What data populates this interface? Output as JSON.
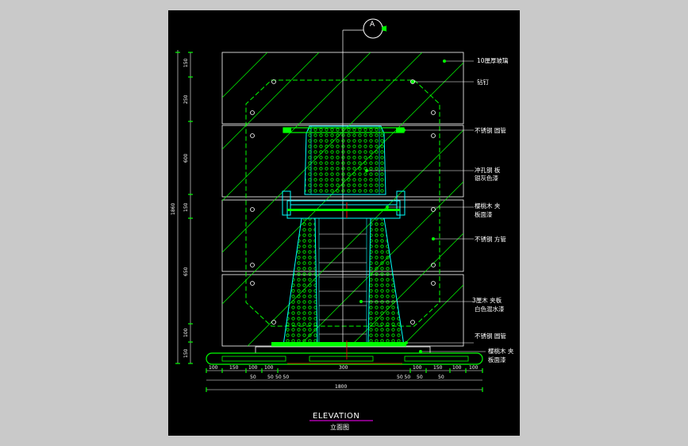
{
  "title": {
    "main": "ELEVATION",
    "sub": "立面图"
  },
  "section_marker": "A",
  "callouts": [
    "10厘厚玻璃",
    "钻钉",
    "不锈钢 圆管",
    "冲孔钢 板",
    "银灰色漆",
    "樱桃木 夹",
    "板面漆",
    "不锈钢 方管",
    "3厘木 夹板",
    "白色混水漆",
    "不锈钢 圆管",
    "樱桃木 夹",
    "板面漆"
  ],
  "dimensions": {
    "left_segments": [
      "150",
      "250",
      "600",
      "150",
      "650",
      "100",
      "150"
    ],
    "left_total": "1860",
    "bottom_segments": [
      "100",
      "150",
      "100",
      "100",
      "300",
      "100",
      "150",
      "100",
      "100"
    ],
    "bottom_sub": [
      "50",
      "50",
      "50 50",
      "50 50",
      "50",
      "50"
    ],
    "bottom_total": "1800"
  },
  "colors": {
    "line_white": "#ffffff",
    "line_green": "#00ff00",
    "line_cyan": "#00ffff",
    "line_red": "#ff0000",
    "title_underline": "#ff00ff",
    "background": "#000000",
    "page": "#c9c9c9"
  }
}
